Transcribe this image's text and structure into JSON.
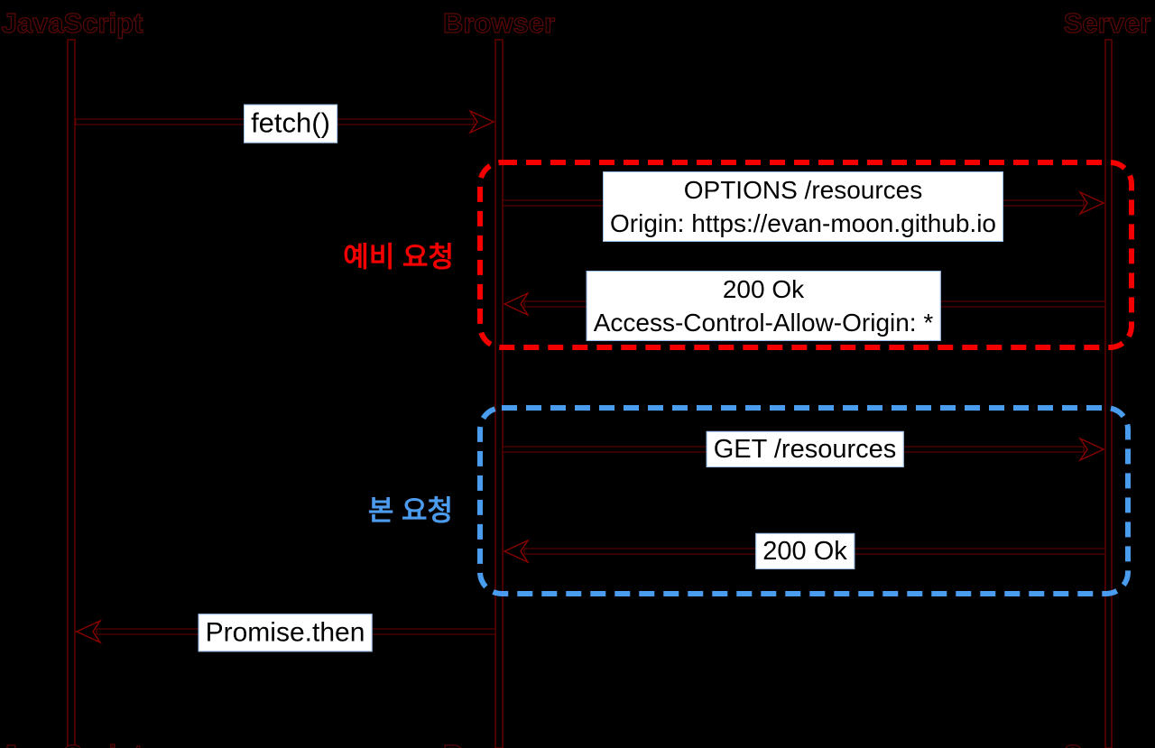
{
  "actors": {
    "javascript": "JavaScript",
    "browser": "Browser",
    "server": "Server"
  },
  "messages": {
    "fetch": "fetch()",
    "preflight_request": {
      "line1": "OPTIONS /resources",
      "line2": "Origin: https://evan-moon.github.io"
    },
    "preflight_response": {
      "line1": "200 Ok",
      "line2": "Access-Control-Allow-Origin: *"
    },
    "main_request": "GET /resources",
    "main_response": "200 Ok",
    "callback": "Promise.then"
  },
  "groups": {
    "preflight": {
      "label": "예비 요청",
      "color": "#f40000"
    },
    "main": {
      "label": "본 요청",
      "color": "#4a9cee"
    }
  },
  "colors": {
    "background": "#000000",
    "line_work": "#6b0000",
    "label_box_background": "#ffffff",
    "label_text": "#000000"
  }
}
